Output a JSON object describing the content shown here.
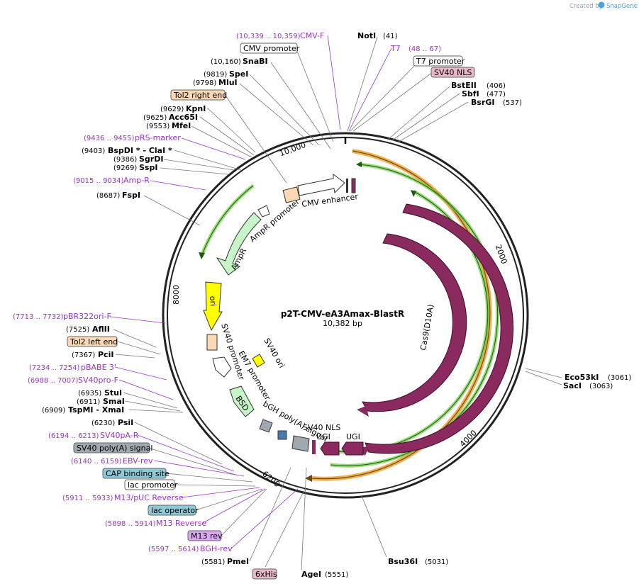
{
  "header": {
    "created_by": "Created by",
    "brand": "SnapGene"
  },
  "plasmid": {
    "name": "p2T-CMV-eA3Amax-BlastR",
    "size": "10,382 bp"
  },
  "ticks": [
    "2000",
    "4000",
    "6200",
    "8000",
    "10,000"
  ],
  "colors": {
    "cas9": "#8a2a5e",
    "amp": "#c8f5c8",
    "ori": "#ffff00",
    "promoter": "#ffffff",
    "tol2": "#fbd9b5",
    "polyA": "#a0a8b0",
    "orange_arc": "#f0a030",
    "green_arc": "#6acc3a",
    "primer": "#9b30d0"
  },
  "labels_left": [
    {
      "num": "(10,339 .. 10,359)",
      "name": "CMV-F",
      "kind": "primer"
    },
    {
      "name": "CMV promoter",
      "kind": "box-white"
    },
    {
      "num": "(10,160)",
      "name": "SnaBI",
      "kind": "enzyme"
    },
    {
      "num": "(9819)",
      "name": "SpeI",
      "kind": "enzyme"
    },
    {
      "num": "(9798)",
      "name": "MluI",
      "kind": "enzyme"
    },
    {
      "name": "Tol2 right end",
      "kind": "box-tol2"
    },
    {
      "num": "(9629)",
      "name": "KpnI",
      "kind": "enzyme"
    },
    {
      "num": "(9625)",
      "name": "Acc65I",
      "kind": "enzyme"
    },
    {
      "num": "(9553)",
      "name": "MfeI",
      "kind": "enzyme"
    },
    {
      "num": "(9436 .. 9455)",
      "name": "pRS-marker",
      "kind": "primer"
    },
    {
      "num": "(9403)",
      "name": "BspDI * - ClaI *",
      "kind": "enzyme"
    },
    {
      "num": "(9386)",
      "name": "SgrDI",
      "kind": "enzyme"
    },
    {
      "num": "(9269)",
      "name": "SspI",
      "kind": "enzyme"
    },
    {
      "num": "(9015 .. 9034)",
      "name": "Amp-R",
      "kind": "primer"
    },
    {
      "num": "(8687)",
      "name": "FspI",
      "kind": "enzyme"
    },
    {
      "num": "(7713 .. 7732)",
      "name": "pBR322ori-F",
      "kind": "primer"
    },
    {
      "num": "(7525)",
      "name": "AflII",
      "kind": "enzyme"
    },
    {
      "name": "Tol2 left end",
      "kind": "box-tol2"
    },
    {
      "num": "(7367)",
      "name": "PciI",
      "kind": "enzyme"
    },
    {
      "num": "(7234 .. 7254)",
      "name": "pBABE 3'",
      "kind": "primer"
    },
    {
      "num": "(6988 .. 7007)",
      "name": "SV40pro-F",
      "kind": "primer"
    },
    {
      "num": "(6935)",
      "name": "StuI",
      "kind": "enzyme"
    },
    {
      "num": "(6911)",
      "name": "SmaI",
      "kind": "enzyme"
    },
    {
      "num": "(6909)",
      "name": "TspMI - XmaI",
      "kind": "enzyme"
    },
    {
      "num": "(6230)",
      "name": "PsiI",
      "kind": "enzyme"
    },
    {
      "num": "(6194 .. 6213)",
      "name": "SV40pA-R",
      "kind": "primer"
    },
    {
      "name": "SV40 poly(A) signal",
      "kind": "box-grey"
    },
    {
      "num": "(6140 .. 6159)",
      "name": "EBV-rev",
      "kind": "primer"
    },
    {
      "name": "CAP binding site",
      "kind": "box-blue"
    },
    {
      "name": "lac promoter",
      "kind": "box-white"
    },
    {
      "num": "(5911 .. 5933)",
      "name": "M13/pUC Reverse",
      "kind": "primer"
    },
    {
      "name": "lac operator",
      "kind": "box-blue"
    },
    {
      "num": "(5898 .. 5914)",
      "name": "M13 Reverse",
      "kind": "primer"
    },
    {
      "name": "M13 rev",
      "kind": "box-purple"
    },
    {
      "num": "(5597 .. 5614)",
      "name": "BGH-rev",
      "kind": "primer"
    },
    {
      "num": "(5581)",
      "name": "PmeI",
      "kind": "enzyme"
    },
    {
      "name": "6xHis",
      "kind": "box-pink"
    },
    {
      "name": "AgeI",
      "num": "(5551)",
      "kind": "enzyme-right"
    }
  ],
  "labels_right": [
    {
      "name": "NotI",
      "num": "(41)",
      "kind": "enzyme"
    },
    {
      "name": "T7",
      "num": "(48 .. 67)",
      "kind": "primer"
    },
    {
      "name": "T7 promoter",
      "kind": "box-white"
    },
    {
      "name": "SV40 NLS",
      "kind": "box-pink"
    },
    {
      "name": "BstEII",
      "num": "(406)",
      "kind": "enzyme"
    },
    {
      "name": "SbfI",
      "num": "(477)",
      "kind": "enzyme"
    },
    {
      "name": "BsrGI",
      "num": "(537)",
      "kind": "enzyme"
    },
    {
      "name": "Eco53kI",
      "num": "(3061)",
      "kind": "enzyme"
    },
    {
      "name": "SacI",
      "num": "(3063)",
      "kind": "enzyme"
    },
    {
      "name": "Bsu36I",
      "num": "(5031)",
      "kind": "enzyme"
    }
  ],
  "features_inner": [
    "CMV enhancer",
    "AmpR promoter",
    "AmpR",
    "ori",
    "SV40 promoter",
    "EM7 promoter",
    "SV40 ori",
    "BSD",
    "bGH poly(A) signal",
    "SV40 NLS",
    "UGI",
    "UGI",
    "Cas9(D10A)",
    "Cas9"
  ]
}
